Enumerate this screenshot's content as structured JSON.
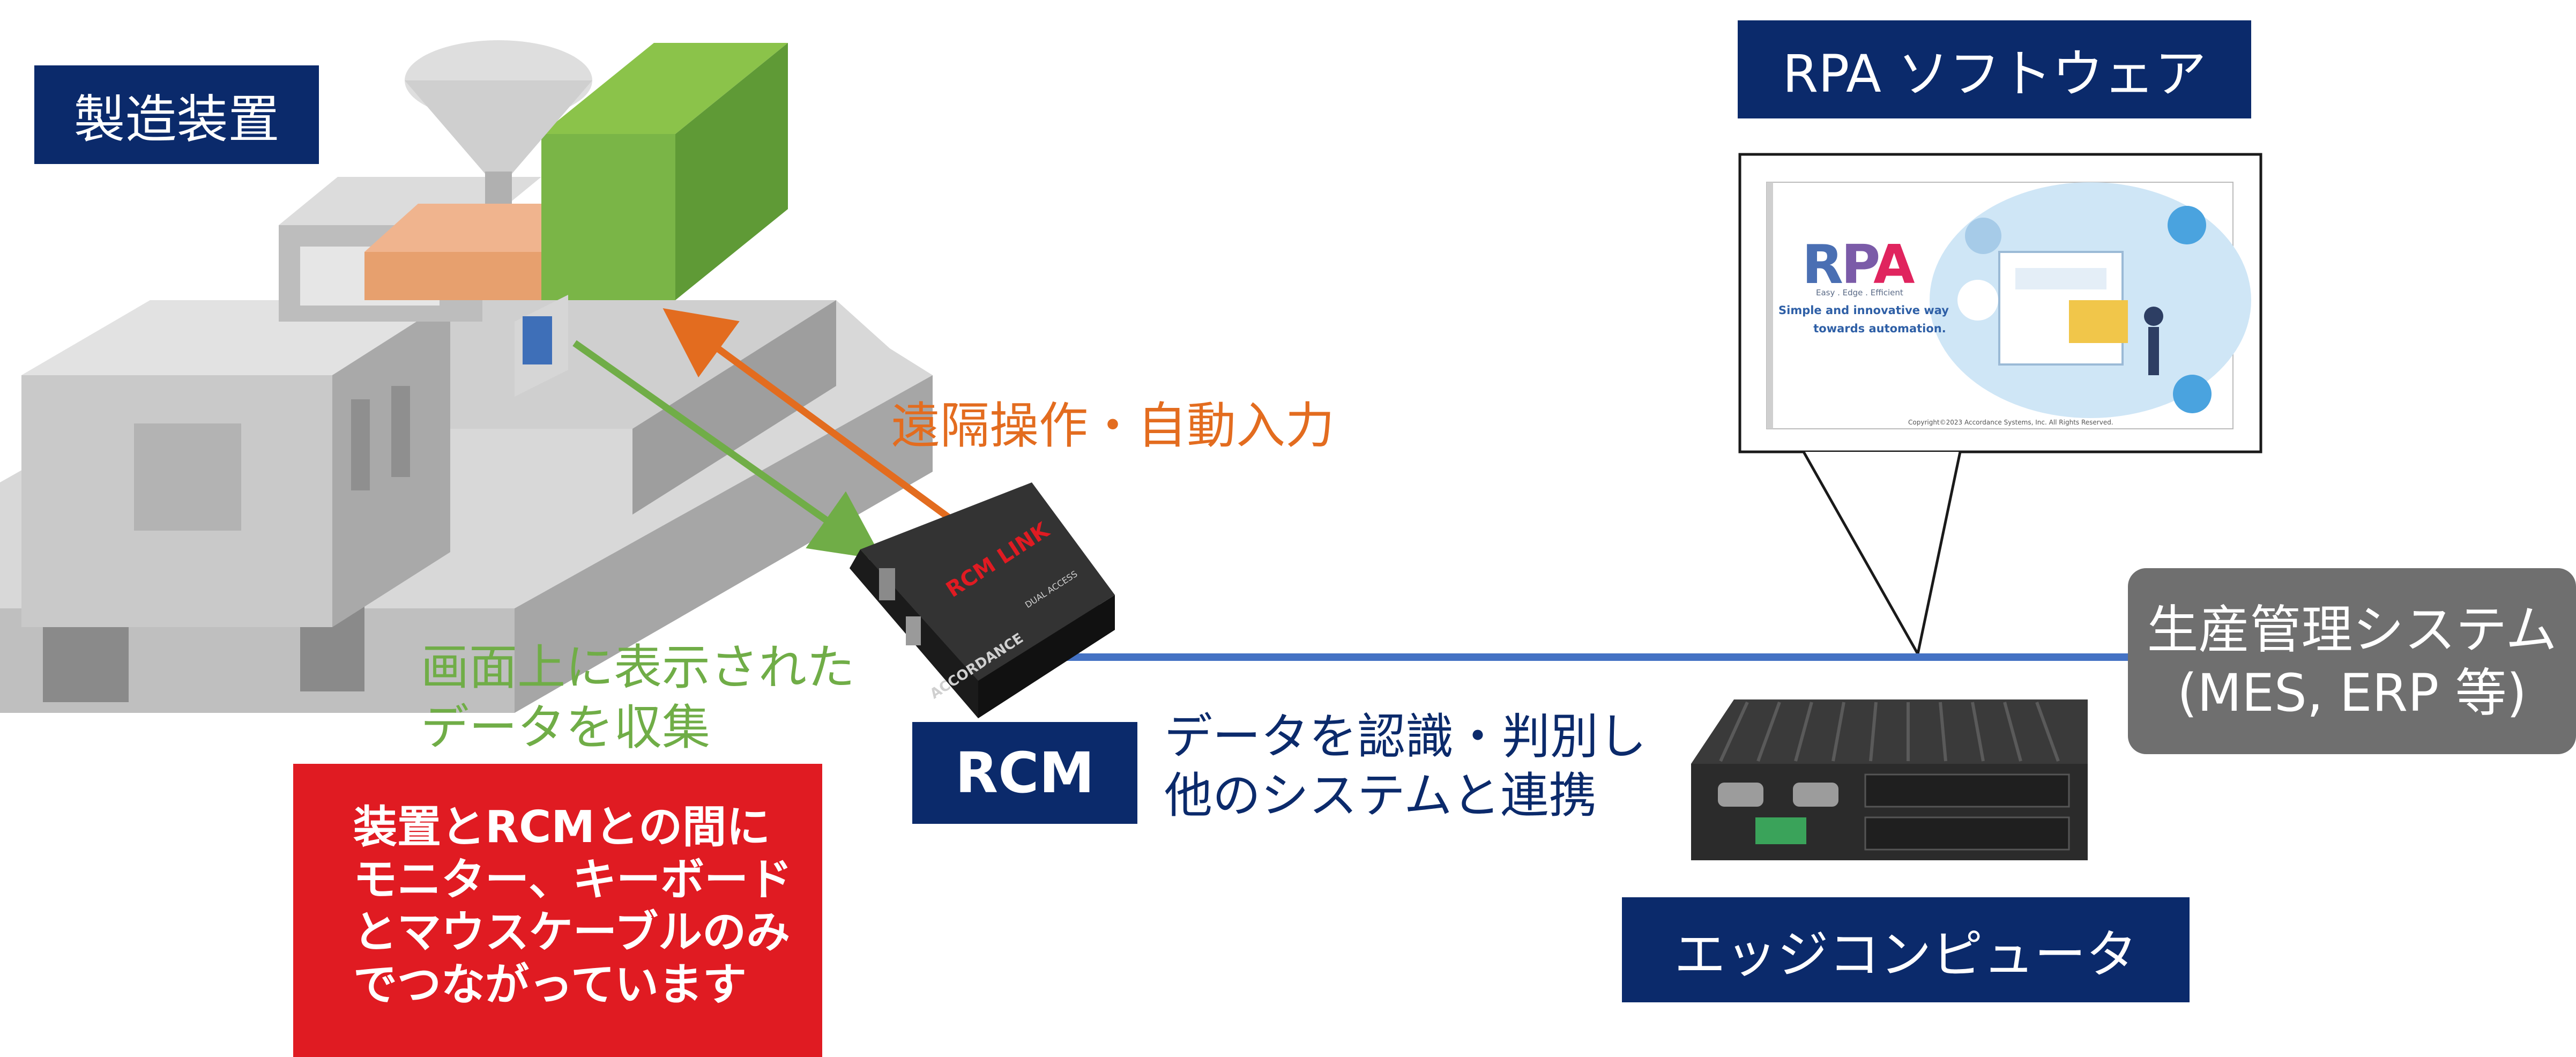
{
  "labels": {
    "machine": "製造装置",
    "rpa_software": "RPA ソフトウェア",
    "rcm": "RCM",
    "edge_computer": "エッジコンピュータ"
  },
  "production_system": {
    "line1": "生産管理システム",
    "line2": "(MES, ERP 等)"
  },
  "annotations": {
    "remote_control": "遠隔操作・自動入力",
    "collect_line1": "画面上に表示された",
    "collect_line2": "データを収集",
    "recognize_line1": "データを認識・判別し",
    "recognize_line2": "他のシステムと連携"
  },
  "note": {
    "line1": "装置とRCMとの間に",
    "line2": "モニター、キーボード",
    "line3": "とマウスケーブルのみ",
    "line4": "でつながっています"
  },
  "rpa_screen": {
    "logo_r": "R",
    "logo_p": "P",
    "logo_a": "A",
    "subtitle": "Easy . Edge . Efficient",
    "tagline1": "Simple and innovative way",
    "tagline2": "towards automation.",
    "copyright": "Copyright©2023 Accordance Systems, Inc. All Rights Reserved."
  },
  "device": {
    "brand_top": "RCM LINK",
    "brand_side": "ACCORDANCE",
    "model": "DUAL ACCESS"
  },
  "colors": {
    "navy": "#0b2a6b",
    "orange": "#e36c1f",
    "green": "#70ad47",
    "red": "#e01b22",
    "gray": "#6f6f6f",
    "line_blue": "#4472c4"
  }
}
